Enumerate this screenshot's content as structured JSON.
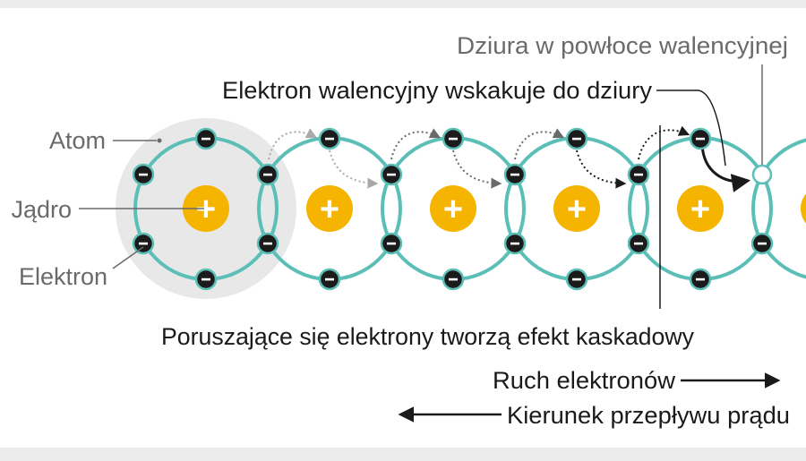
{
  "labels": {
    "atom": "Atom",
    "nucleus": "Jądro",
    "electron": "Elektron",
    "hole": "Dziura w powłoce walencyjnej",
    "valence_jump": "Elektron walencyjny wskakuje do dziury",
    "cascade": "Poruszające się elektrony tworzą efekt kaskadowy",
    "electron_flow": "Ruch elektronów",
    "current_flow": "Kierunek przepływu prądu"
  },
  "symbols": {
    "plus": "+",
    "minus": "−"
  },
  "colors": {
    "background": "#ffffff",
    "band": "#ececec",
    "atom_highlight": "#e8e8e8",
    "orbit": "#5cbfb7",
    "nucleus": "#f5b400",
    "electron": "#1b1b1b",
    "text_dark": "#1a1a1a",
    "text_gray": "#6a6a6a",
    "arrow_light": "#a9a9a9",
    "arrow_dark": "#1a1a1a"
  }
}
